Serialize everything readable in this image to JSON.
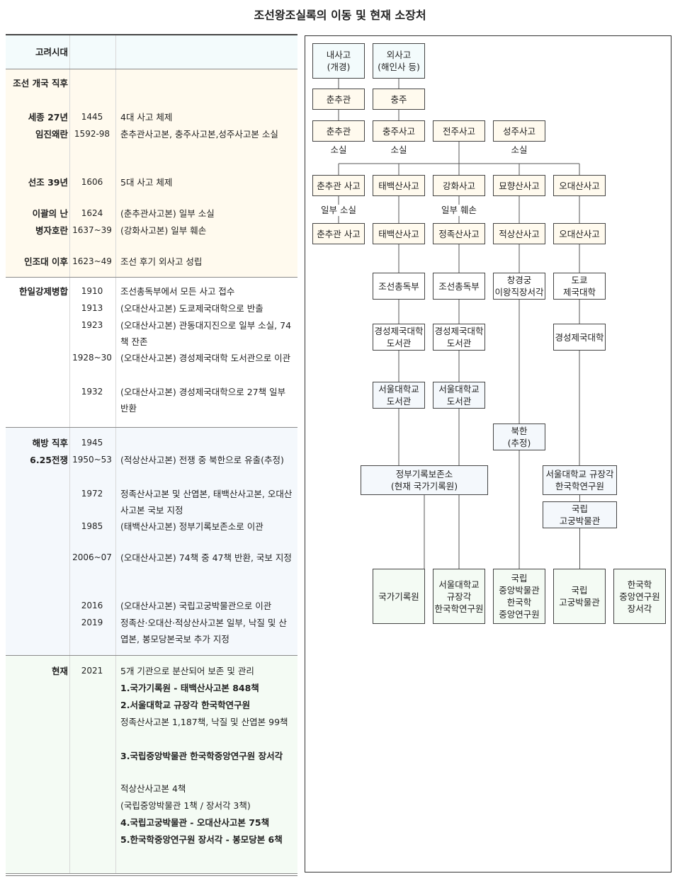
{
  "title": "조선왕조실록의 이동 및 현재 소장처",
  "colors": {
    "goryeo": "#f3fbfc",
    "joseon": "#fffaee",
    "colonial": "#ffffff",
    "liberation": "#f4f8fc",
    "present": "#f4fbf4"
  },
  "timeline": [
    {
      "rows": [
        {
          "era": "고려시대",
          "year": "",
          "event": ""
        }
      ]
    },
    {
      "rows": [
        {
          "era": "조선 개국 직후",
          "year": "",
          "event": ""
        },
        {
          "era": "세종 27년",
          "year": "1445",
          "event": "4대 사고 체제"
        },
        {
          "era": "임진왜란",
          "year": "1592-98",
          "event": "춘추관사고본, 충주사고본,성주사고본 소실"
        },
        {
          "era": "선조 39년",
          "year": "1606",
          "event": "5대 사고 체제"
        },
        {
          "era": "이괄의 난",
          "year": "1624",
          "event": "(춘추관사고본) 일부 소실"
        },
        {
          "era": "병자호란",
          "year": "1637~39",
          "event": "(강화사고본) 일부 훼손"
        },
        {
          "era": "인조대 이후",
          "year": "1623~49",
          "event": "조선 후기 외사고 성립"
        }
      ]
    },
    {
      "rows": [
        {
          "era": "한일강제병합",
          "year": "1910",
          "event": "조선총독부에서 모든 사고 접수"
        },
        {
          "era": "",
          "year": "1913",
          "event": "(오대산사고본) 도쿄제국대학으로 반출"
        },
        {
          "era": "",
          "year": "1923",
          "event": "(오대산사고본) 관동대지진으로 일부 소실, 74책 잔존"
        },
        {
          "era": "",
          "year": "1928~30",
          "event": "(오대산사고본) 경성제국대학 도서관으로 이관"
        },
        {
          "era": "",
          "year": "1932",
          "event": "(오대산사고본) 경성제국대학으로 27책 일부 반환"
        }
      ]
    },
    {
      "rows": [
        {
          "era": "해방 직후",
          "year": "1945",
          "event": ""
        },
        {
          "era": "6.25전쟁",
          "year": "1950~53",
          "event": "(적상산사고본) 전쟁 중 북한으로 유출(추정)"
        },
        {
          "era": "",
          "year": "1972",
          "event": "정족산사고본 및 산엽본, 태백산사고본, 오대산사고본 국보 지정"
        },
        {
          "era": "",
          "year": "1985",
          "event": "(태백산사고본) 정부기록보존소로 이관"
        },
        {
          "era": "",
          "year": "2006~07",
          "event": "(오대산사고본) 74책 중 47책 반환, 국보 지정"
        },
        {
          "era": "",
          "year": "2016",
          "event": "(오대산사고본) 국립고궁박물관으로 이관"
        },
        {
          "era": "",
          "year": "2019",
          "event": "정족산·오대산·적상산사고본 일부, 낙질 및 산엽본, 봉모당본국보 추가 지정"
        }
      ]
    },
    {
      "rows": [
        {
          "era": "현재",
          "year": "2021",
          "event": "5개 기관으로 분산되어 보존 및 관리"
        },
        {
          "era": "",
          "year": "",
          "event": "1.국가기록원 - 태백산사고본 848책",
          "bold": true
        },
        {
          "era": "",
          "year": "",
          "event": "2.서울대학교 규장각 한국학연구원",
          "bold": true
        },
        {
          "era": "",
          "year": "",
          "event": "정족산사고본 1,187책, 낙질 및 산엽본 99책"
        },
        {
          "era": "",
          "year": "",
          "event": "3.국립중앙박물관 한국학중앙연구원 장서각",
          "bold": true
        },
        {
          "era": "",
          "year": "",
          "event": "적상산사고본 4책"
        },
        {
          "era": "",
          "year": "",
          "event": "(국립중앙박물관 1책 / 장서각 3책)"
        },
        {
          "era": "",
          "year": "",
          "event": "4.국립고궁박물관 - 오대산사고본 75책",
          "bold": true
        },
        {
          "era": "",
          "year": "",
          "event": "5.한국학중앙연구원 장서각 - 봉모당본 6책",
          "bold": true
        }
      ]
    }
  ],
  "diagram": {
    "nodes": [
      {
        "id": "n1",
        "text": "내사고\n(개경)",
        "c": "goryeo"
      },
      {
        "id": "n2",
        "text": "외사고\n(해인사 등)",
        "c": "goryeo"
      },
      {
        "id": "n3",
        "text": "춘추관",
        "c": "joseon"
      },
      {
        "id": "n4",
        "text": "충주",
        "c": "joseon"
      },
      {
        "id": "n5",
        "text": "춘추관",
        "c": "joseon"
      },
      {
        "id": "n6",
        "text": "충주사고",
        "c": "joseon"
      },
      {
        "id": "n7",
        "text": "전주사고",
        "c": "joseon"
      },
      {
        "id": "n8",
        "text": "성주사고",
        "c": "joseon"
      },
      {
        "id": "n9",
        "text": "춘추관 사고",
        "c": "joseon"
      },
      {
        "id": "n10",
        "text": "태백산사고",
        "c": "joseon"
      },
      {
        "id": "n11",
        "text": "강화사고",
        "c": "joseon"
      },
      {
        "id": "n12",
        "text": "묘향산사고",
        "c": "joseon"
      },
      {
        "id": "n13",
        "text": "오대산사고",
        "c": "joseon"
      },
      {
        "id": "n14",
        "text": "춘추관 사고",
        "c": "joseon"
      },
      {
        "id": "n15",
        "text": "태백산사고",
        "c": "joseon"
      },
      {
        "id": "n16",
        "text": "정족산사고",
        "c": "joseon"
      },
      {
        "id": "n17",
        "text": "적상산사고",
        "c": "joseon"
      },
      {
        "id": "n18",
        "text": "오대산사고",
        "c": "joseon"
      },
      {
        "id": "n19",
        "text": "조선총독부",
        "c": "colonial"
      },
      {
        "id": "n20",
        "text": "조선총독부",
        "c": "colonial"
      },
      {
        "id": "n21",
        "text": "창경궁\n이왕직장서각",
        "c": "colonial"
      },
      {
        "id": "n22",
        "text": "도쿄\n제국대학",
        "c": "colonial"
      },
      {
        "id": "n23",
        "text": "경성제국대학\n도서관",
        "c": "colonial"
      },
      {
        "id": "n24",
        "text": "경성제국대학\n도서관",
        "c": "colonial"
      },
      {
        "id": "n25",
        "text": "경성제국대학",
        "c": "colonial"
      },
      {
        "id": "n26",
        "text": "서울대학교\n도서관",
        "c": "liberation"
      },
      {
        "id": "n27",
        "text": "서울대학교\n도서관",
        "c": "liberation"
      },
      {
        "id": "n28",
        "text": "북한\n(추정)",
        "c": "liberation"
      },
      {
        "id": "n29",
        "text": "정부기록보존소\n(현재 국가기록원)",
        "c": "liberation"
      },
      {
        "id": "n30",
        "text": "서울대학교 규장각\n한국학연구원",
        "c": "liberation"
      },
      {
        "id": "n31",
        "text": "국립\n고궁박물관",
        "c": "liberation"
      },
      {
        "id": "n32",
        "text": "국가기록원",
        "c": "present"
      },
      {
        "id": "n33",
        "text": "서울대학교\n규장각\n한국학연구원",
        "c": "present"
      },
      {
        "id": "n34",
        "text": "국립\n중앙박물관\n한국학\n중앙연구원",
        "c": "present"
      },
      {
        "id": "n35",
        "text": "국립\n고궁박물관",
        "c": "present"
      },
      {
        "id": "n36",
        "text": "한국학\n중앙연구원\n장서각",
        "c": "present"
      }
    ],
    "labels": [
      {
        "id": "l1",
        "text": "소실"
      },
      {
        "id": "l2",
        "text": "소실"
      },
      {
        "id": "l3",
        "text": "소실"
      },
      {
        "id": "l4",
        "text": "일부 소실"
      },
      {
        "id": "l5",
        "text": "일부 훼손"
      }
    ]
  }
}
